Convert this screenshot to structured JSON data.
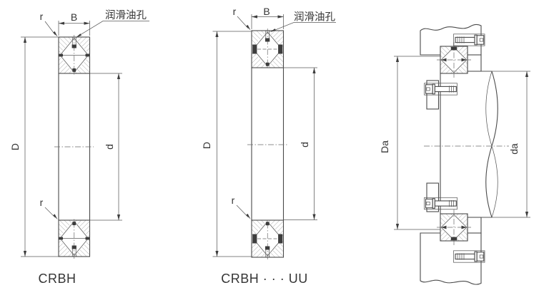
{
  "diagram": {
    "background": "#ffffff",
    "stroke_color": "#4a4a4a",
    "hatch_color": "#7d7d7d",
    "dark_fill": "#3d3d3d",
    "text_color": "#353535",
    "views": {
      "crbh": {
        "caption": "CRBH",
        "width_label": "B",
        "outer_dia_label": "D",
        "bore_dia_label": "d",
        "chamfer_label_top": "r",
        "chamfer_label_bottom": "r",
        "oil_hole_label": "润滑油孔"
      },
      "crbh_uu": {
        "caption": "CRBH · · · UU",
        "width_label": "B",
        "outer_dia_label": "D",
        "bore_dia_label": "d",
        "chamfer_label_top": "r",
        "chamfer_label_bottom": "r",
        "oil_hole_label": "润滑油孔"
      },
      "mounting": {
        "housing_shoulder_label": "Da",
        "shaft_shoulder_label": "da"
      }
    }
  }
}
